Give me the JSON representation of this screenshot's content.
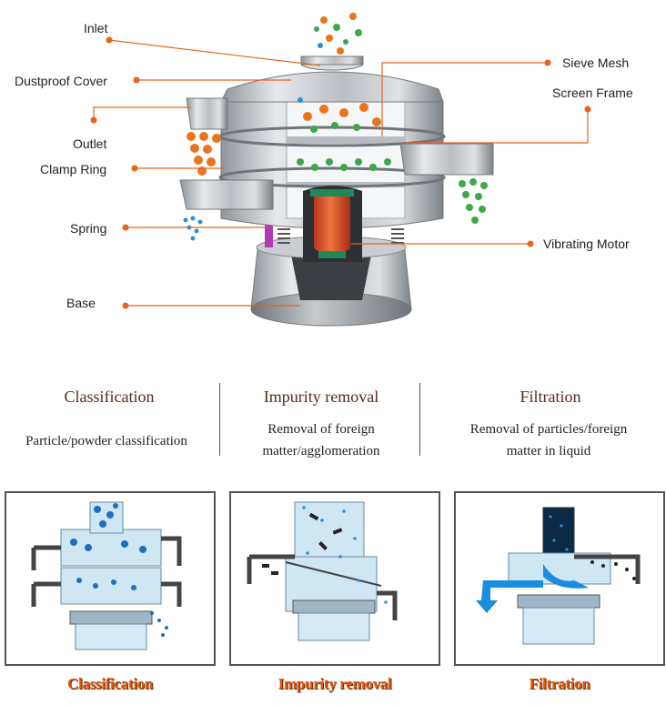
{
  "diagram": {
    "labels": {
      "inlet": "Inlet",
      "dustproof_cover": "Dustproof Cover",
      "outlet": "Outlet",
      "clamp_ring": "Clamp Ring",
      "spring": "Spring",
      "base": "Base",
      "sieve_mesh": "Sieve Mesh",
      "screen_frame": "Screen Frame",
      "vibrating_motor": "Vibrating Motor"
    },
    "colors": {
      "leader": "#e8631b",
      "particle_orange": "#e8741c",
      "particle_green": "#3fa64a",
      "particle_blue": "#2f8fd8",
      "motor": "#d94a1e"
    }
  },
  "functions": [
    {
      "title": "Classification",
      "description_lines": [
        "Particle/powder classification"
      ]
    },
    {
      "title": "Impurity removal",
      "description_lines": [
        "Removal of foreign",
        "matter/agglomeration"
      ]
    },
    {
      "title": "Filtration",
      "description_lines": [
        "Removal of particles/foreign",
        "matter in liquid"
      ]
    }
  ],
  "panels": [
    {
      "caption": "Classification"
    },
    {
      "caption": "Impurity removal"
    },
    {
      "caption": "Filtration"
    }
  ]
}
